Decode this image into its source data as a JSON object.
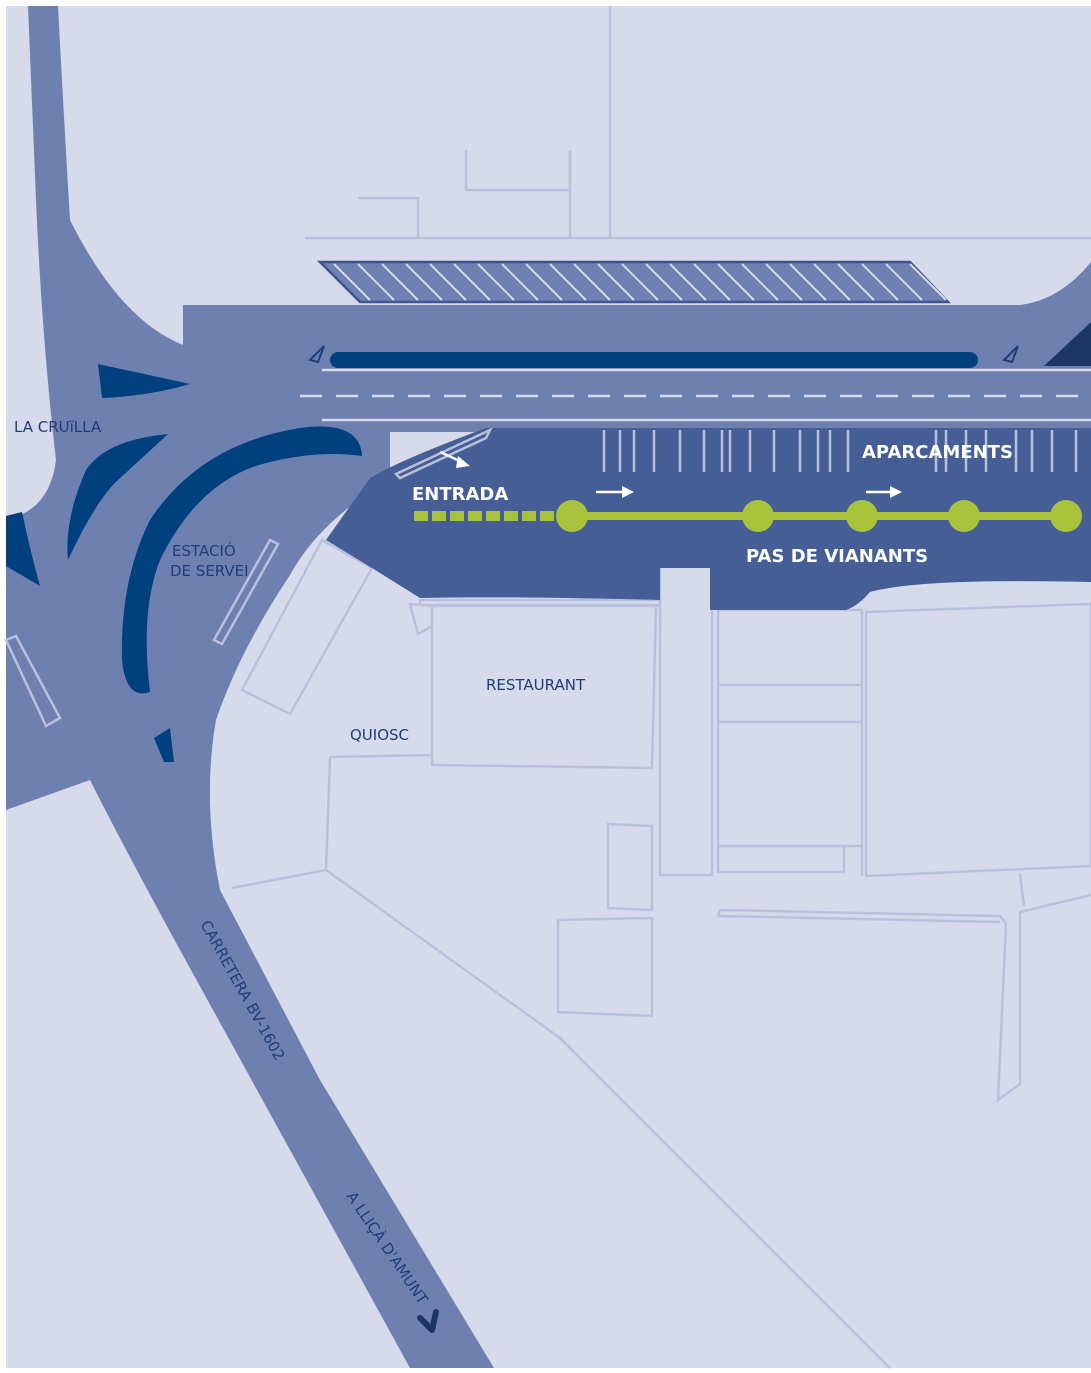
{
  "colors": {
    "background": "#d6daea",
    "road": "#6e80b0",
    "parking_area": "#455f96",
    "island_dark": "#00407e",
    "outline": "#b9c0dd",
    "pedestrian_path": "#a9c23b",
    "label_text": "#1e3d7a",
    "label_white": "#ffffff"
  },
  "labels": {
    "la_cruilla": "LA CRUïLLA",
    "estacio_line1": "ESTACIÓ",
    "estacio_line2": "DE SERVEI",
    "entrada": "ENTRADA",
    "aparcaments": "APARCAMENTS",
    "pas_de_vianants": "PAS DE VIANANTS",
    "restaurant": "RESTAURANT",
    "quiosc": "QUIOSC",
    "carretera": "CARRETERA BV-1602",
    "a_llica": "A LLIÇÀ D'AMUNT"
  },
  "icons": {
    "direction_arrow": "arrow-right-icon",
    "exit_arrow": "chevron-down-icon",
    "flow_marker": "triangle-marker-icon"
  }
}
